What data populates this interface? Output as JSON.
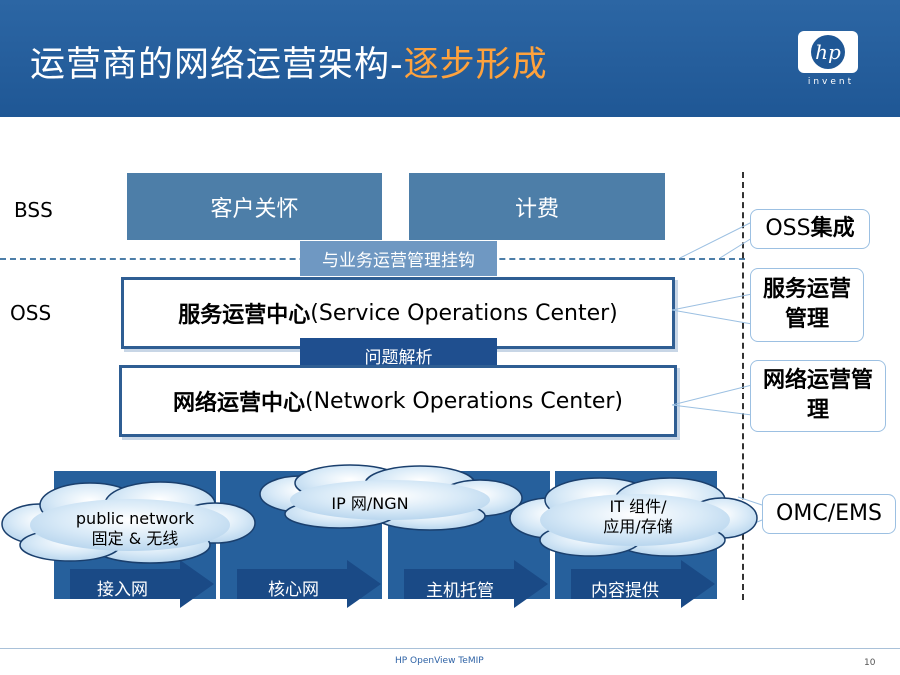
{
  "slide": {
    "title_main": "运营商的网络运营架构-",
    "title_accent": "逐步形成",
    "logo_letters": "hp",
    "logo_tagline": "invent",
    "footer": "HP OpenView TeMIP",
    "page_number": "10"
  },
  "layers": {
    "bss": "BSS",
    "oss": "OSS"
  },
  "bss_boxes": {
    "customer_care": "客户关怀",
    "billing": "计费"
  },
  "connectors": {
    "business_hook": "与业务运营管理挂钩",
    "problem_resolution": "问题解析"
  },
  "centers": {
    "soc_cn": "服务运营中心",
    "soc_en": "(Service Operations Center)",
    "noc_cn": "网络运营中心",
    "noc_en": "(Network Operations Center)"
  },
  "callouts": {
    "oss_prefix": "OSS ",
    "oss_bold": "集成",
    "service_mgmt": "服务运营管理",
    "network_mgmt": "网络运营管理",
    "omc": "OMC/EMS"
  },
  "columns": [
    {
      "label": "接入网"
    },
    {
      "label": "核心网"
    },
    {
      "label": "主机托管"
    },
    {
      "label": "内容提供"
    }
  ],
  "clouds": {
    "public_line1": "public network",
    "public_line2": "固定 & 无线",
    "ip_line": "IP 网/NGN",
    "it_line1": "IT 组件/",
    "it_line2": "应用/存储"
  },
  "colors": {
    "header": "#2c66a4",
    "accent": "#ffa23c",
    "bss_box": "#4d7ea8",
    "column": "#26609c"
  }
}
